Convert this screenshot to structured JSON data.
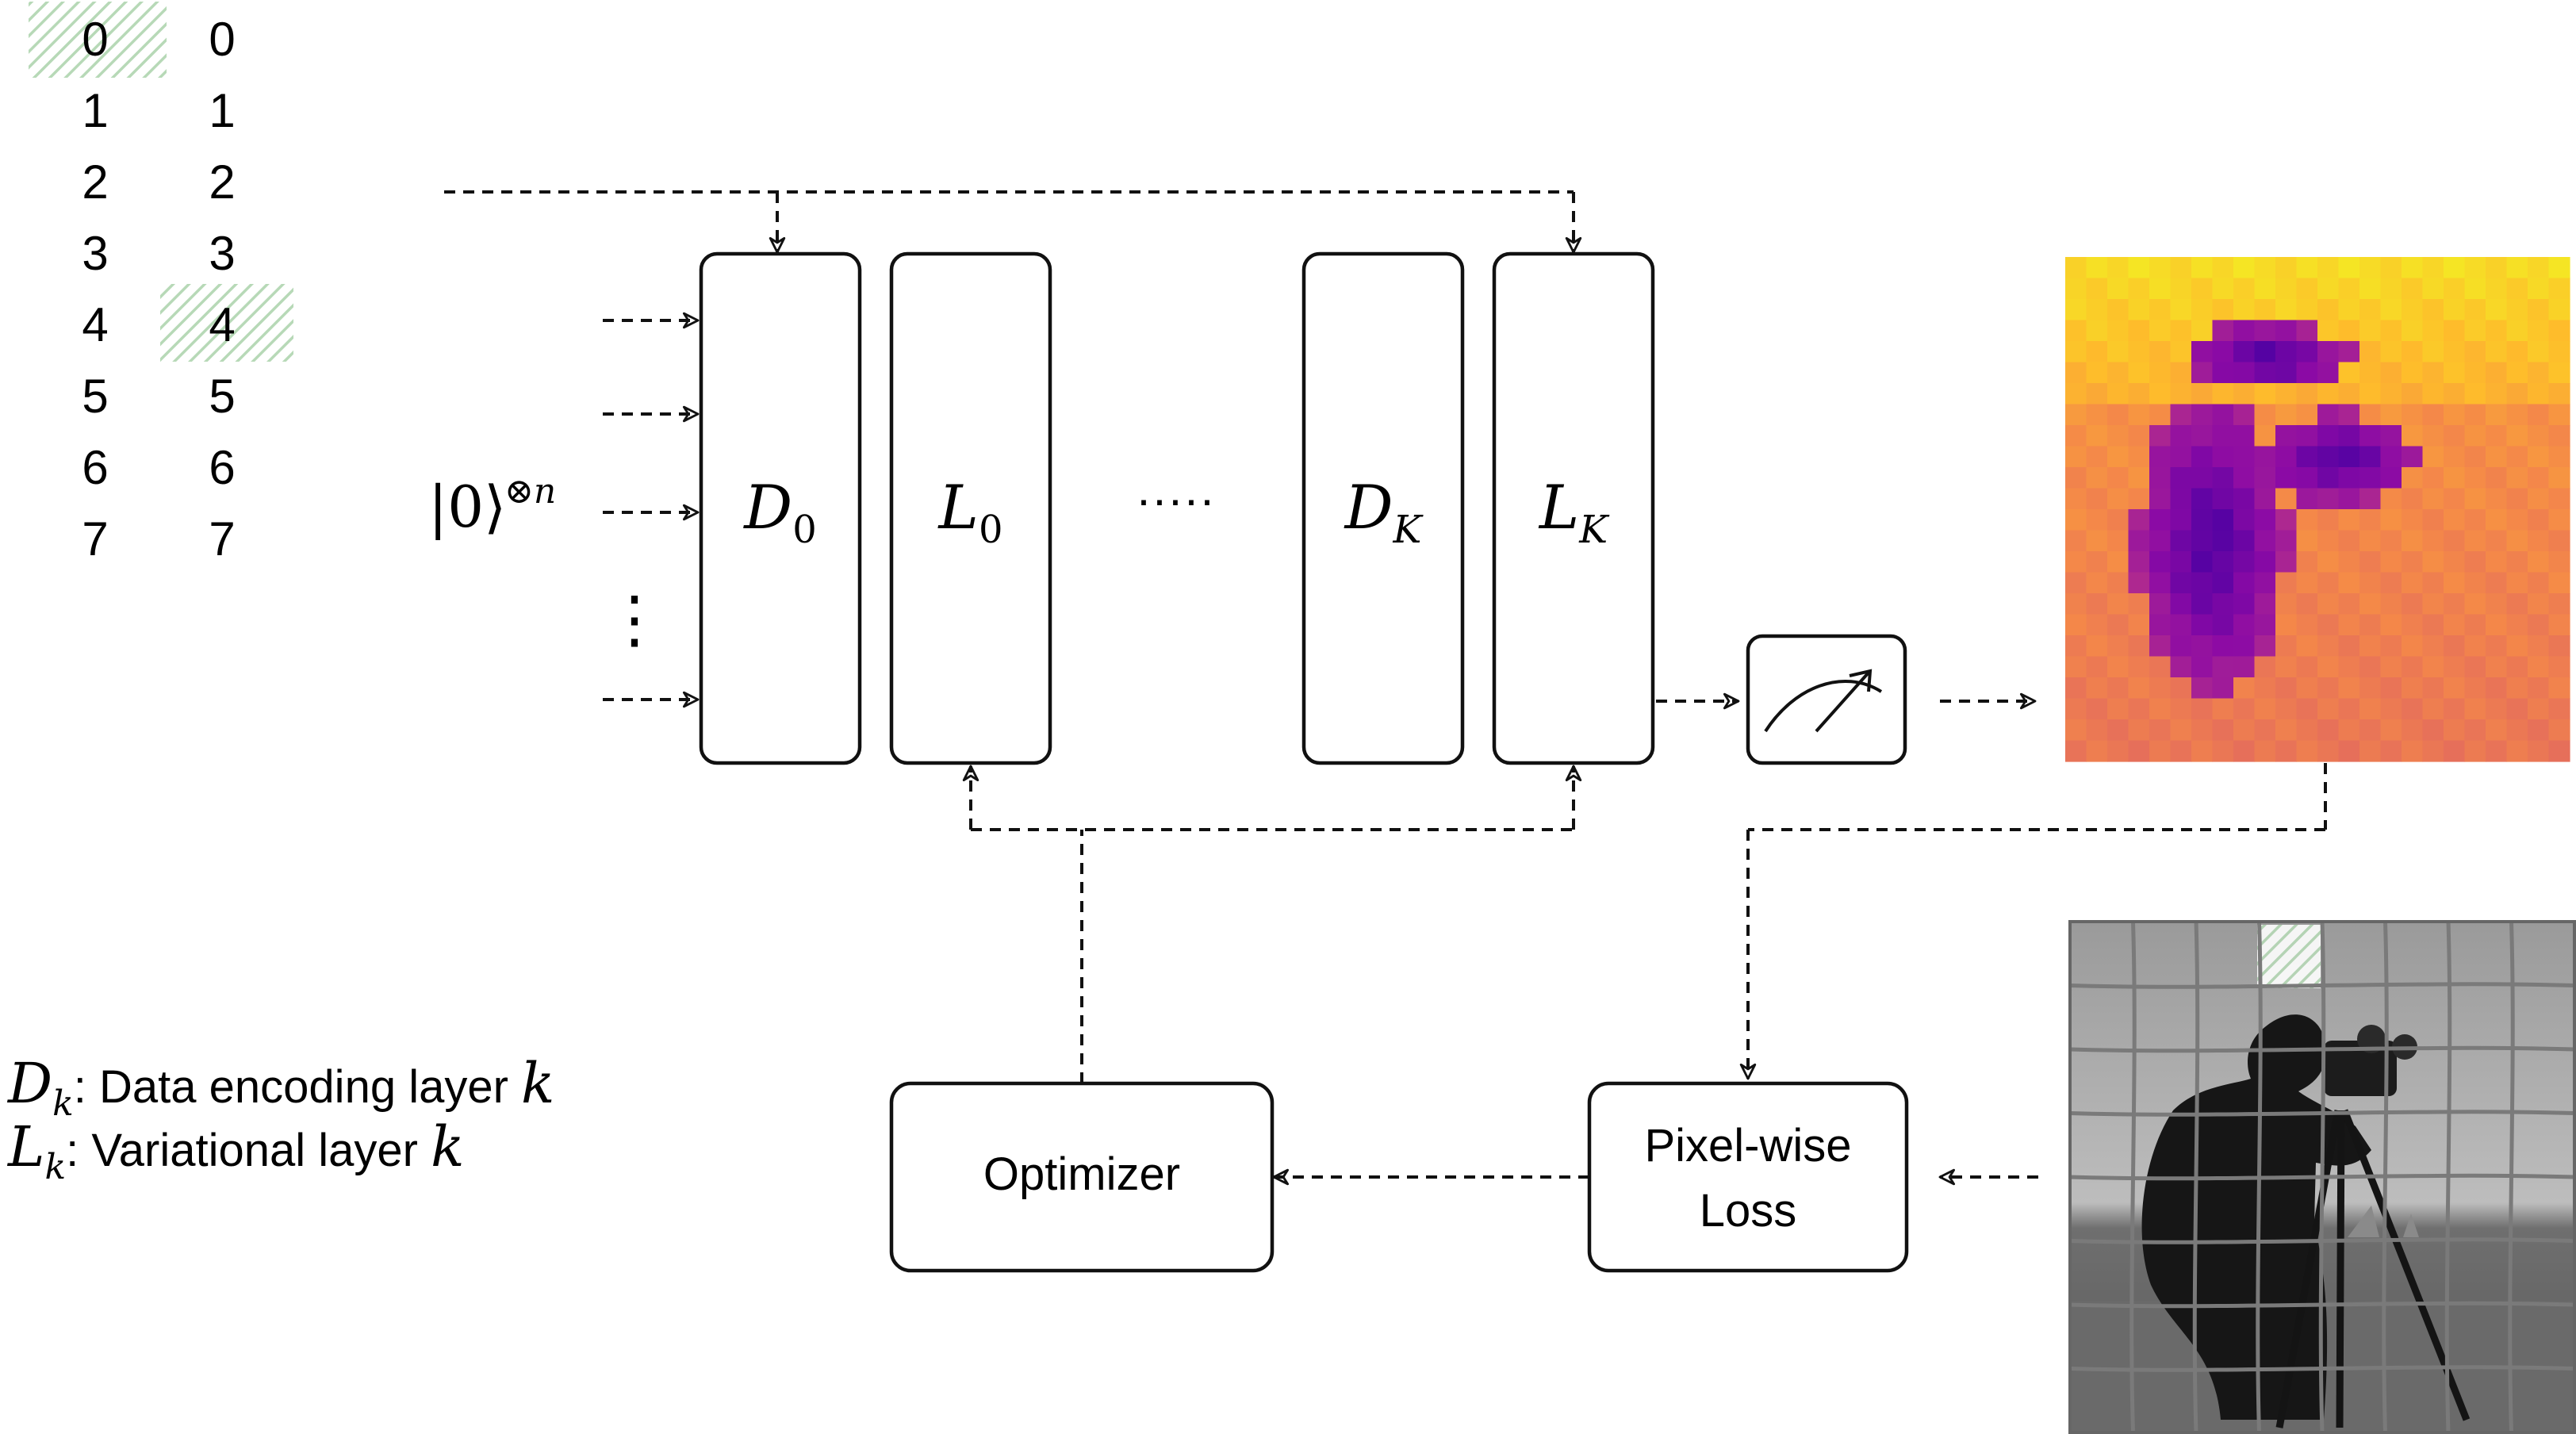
{
  "left_column_indices": [
    "0",
    "1",
    "2",
    "3",
    "4",
    "5",
    "6",
    "7"
  ],
  "right_column_indices": [
    "0",
    "1",
    "2",
    "3",
    "4",
    "5",
    "6",
    "7"
  ],
  "input_state": {
    "ket": "|0⟩",
    "exponent": "⊗n"
  },
  "layers": [
    {
      "letter": "D",
      "sub": "0"
    },
    {
      "letter": "L",
      "sub": "0"
    },
    {
      "letter": "D",
      "sub": "K"
    },
    {
      "letter": "L",
      "sub": "K"
    }
  ],
  "ellipsis_horizontal": "·····",
  "ellipsis_vertical": "⋮",
  "optimizer_label": "Optimizer",
  "loss_label_line1": "Pixel-wise",
  "loss_label_line2": "Loss",
  "legend": {
    "d_symbol": "D",
    "d_sub": "k",
    "d_text": ": Data encoding layer ",
    "d_var": "k",
    "l_symbol": "L",
    "l_sub": "k",
    "l_text": ": Variational layer ",
    "l_var": "k"
  },
  "colors": {
    "highlight": "#b7d9b7",
    "stroke": "#111111",
    "photo_grid": "#7a7a7a"
  }
}
